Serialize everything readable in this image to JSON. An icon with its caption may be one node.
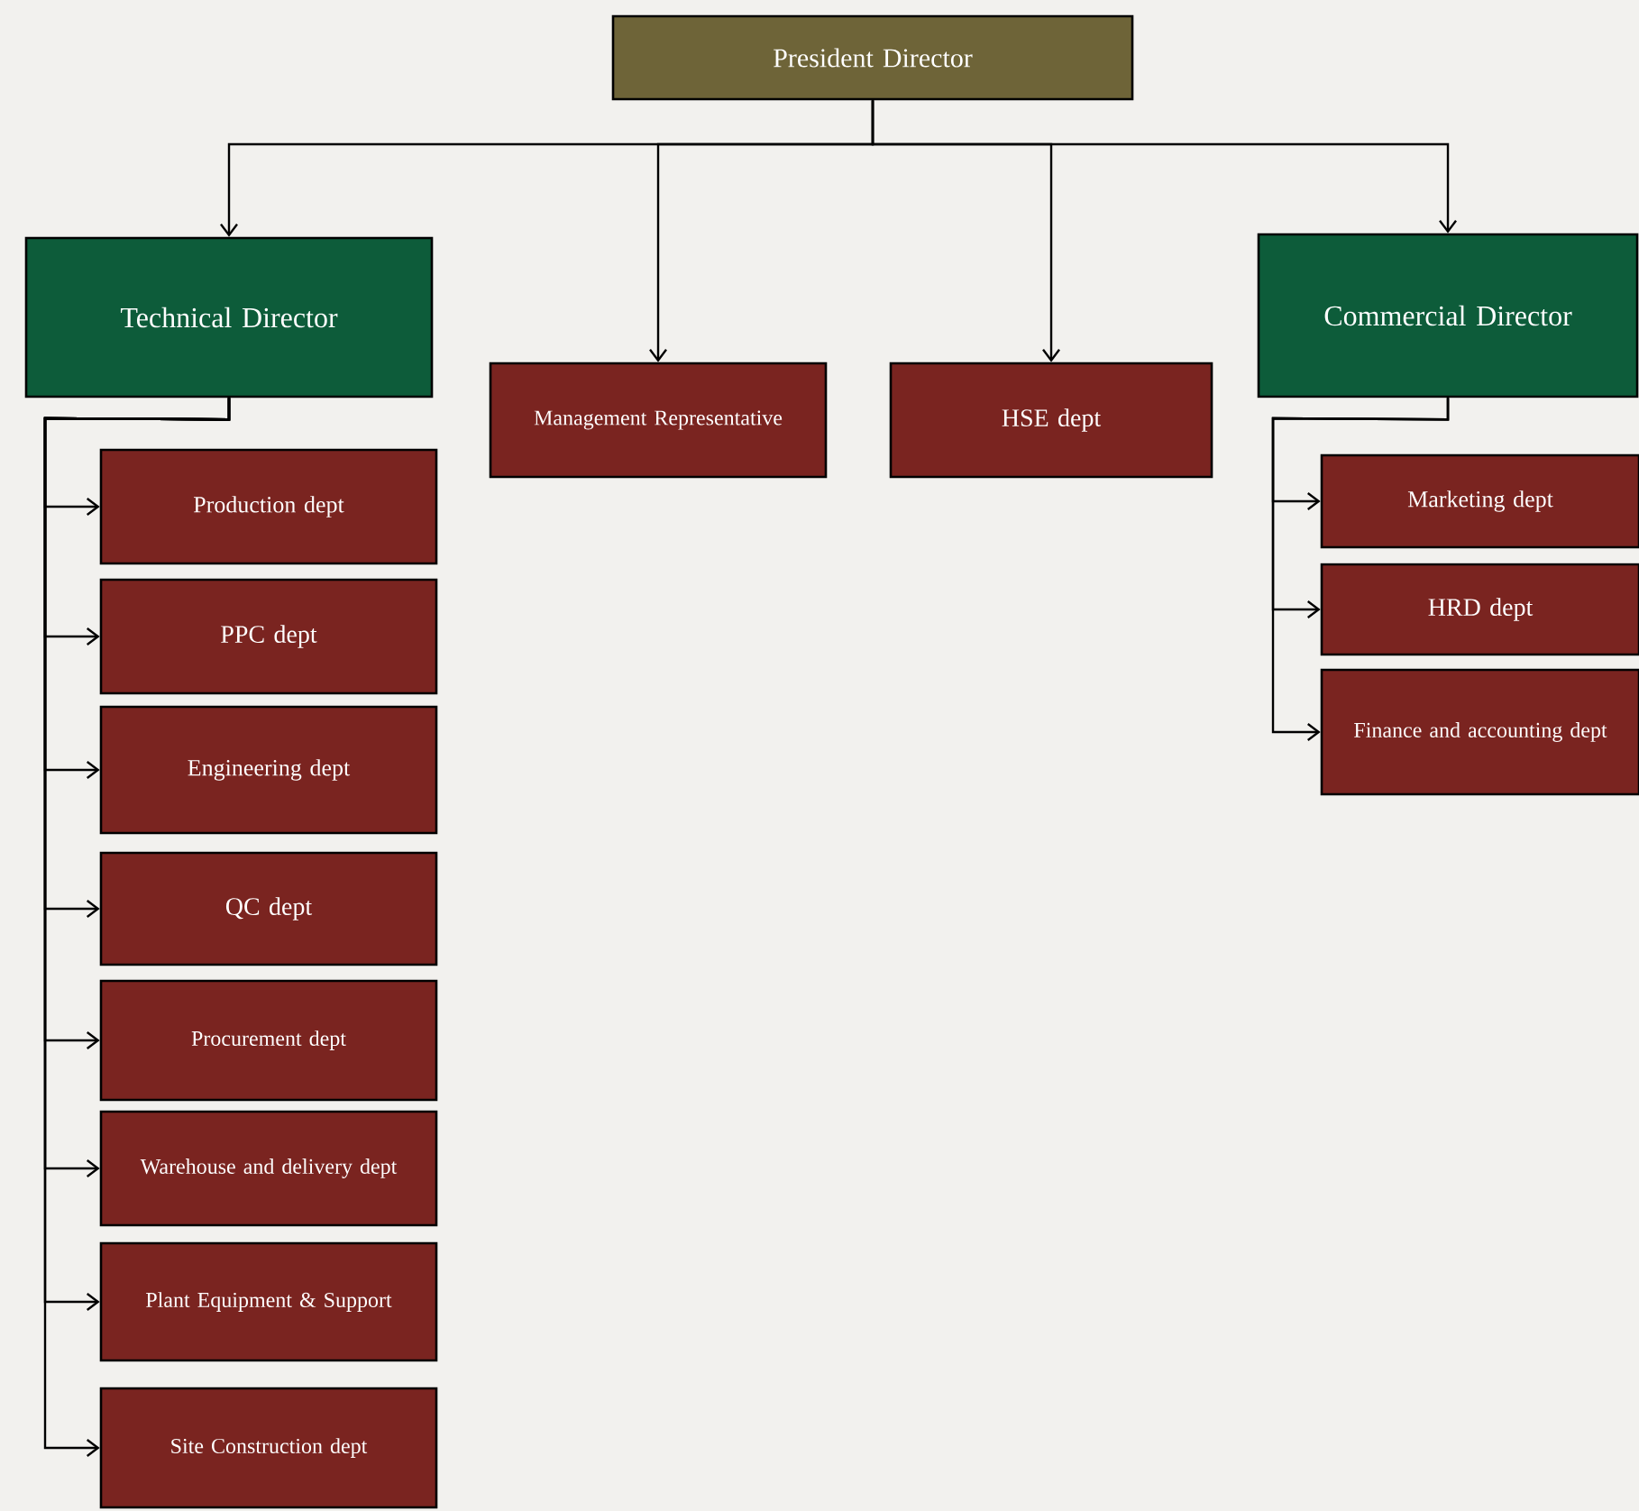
{
  "diagram": {
    "nodes": [
      {
        "text": [
          "President Director"
        ]
      },
      {
        "text": [
          "Technical Director"
        ]
      },
      {
        "text": [
          "Management Representative"
        ]
      },
      {
        "text": [
          "HSE dept"
        ]
      },
      {
        "text": [
          "Commercial Director"
        ]
      },
      {
        "text": [
          "Production dept"
        ]
      },
      {
        "text": [
          "PPC dept"
        ]
      },
      {
        "text": [
          "Engineering dept"
        ]
      },
      {
        "text": [
          "QC dept"
        ]
      },
      {
        "text": [
          "Procurement dept"
        ]
      },
      {
        "text": [
          "Warehouse and delivery dept"
        ]
      },
      {
        "text": [
          "Plant Equipment & Support"
        ]
      },
      {
        "text": [
          "Site Construction dept"
        ]
      },
      {
        "text": [
          "Marketing dept"
        ]
      },
      {
        "text": [
          "HRD dept"
        ]
      },
      {
        "text": [
          "Finance and accounting dept"
        ]
      }
    ],
    "edges": [
      {
        "from": 0,
        "to": 1,
        "arrow": "to"
      },
      {
        "from": 0,
        "to": 2,
        "arrow": "to"
      },
      {
        "from": 0,
        "to": 3,
        "arrow": "to"
      },
      {
        "from": 0,
        "to": 4,
        "arrow": "to"
      },
      {
        "from": 1,
        "to": 5,
        "arrow": "to"
      },
      {
        "from": 1,
        "to": 6,
        "arrow": "to"
      },
      {
        "from": 1,
        "to": 7,
        "arrow": "to"
      },
      {
        "from": 1,
        "to": 8,
        "arrow": "to"
      },
      {
        "from": 1,
        "to": 9,
        "arrow": "to"
      },
      {
        "from": 1,
        "to": 10,
        "arrow": "to"
      },
      {
        "from": 1,
        "to": 11,
        "arrow": "to"
      },
      {
        "from": 1,
        "to": 12,
        "arrow": "to"
      },
      {
        "from": 4,
        "to": 13,
        "arrow": "to"
      },
      {
        "from": 4,
        "to": 14,
        "arrow": "to"
      },
      {
        "from": 4,
        "to": 15,
        "arrow": "to"
      }
    ]
  }
}
